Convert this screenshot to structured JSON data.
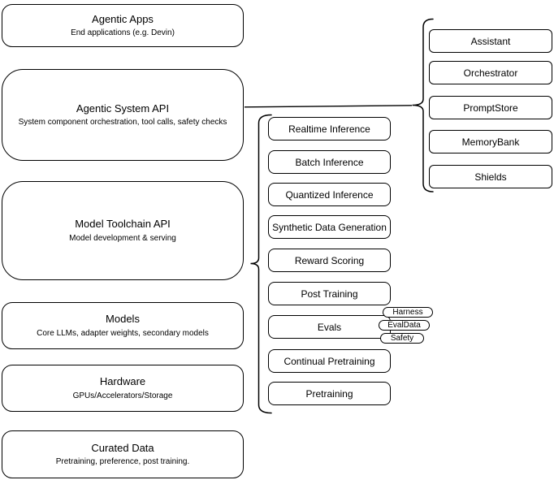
{
  "stack": {
    "layers": [
      {
        "title": "Agentic Apps",
        "subtitle": "End applications (e.g. Devin)"
      },
      {
        "title": "Agentic System API",
        "subtitle": "System component orchestration, tool calls, safety checks"
      },
      {
        "title": "Model Toolchain API",
        "subtitle": "Model development & serving"
      },
      {
        "title": "Models",
        "subtitle": "Core LLMs, adapter weights, secondary models"
      },
      {
        "title": "Hardware",
        "subtitle": "GPUs/Accelerators/Storage"
      },
      {
        "title": "Curated Data",
        "subtitle": "Pretraining, preference, post training."
      }
    ]
  },
  "toolchain": {
    "items": [
      "Realtime Inference",
      "Batch Inference",
      "Quantized Inference",
      "Synthetic Data Generation",
      "Reward Scoring",
      "Post Training",
      "Evals",
      "Continual Pretraining",
      "Pretraining"
    ]
  },
  "eval_tags": {
    "items": [
      "Harness",
      "EvalData",
      "Safety"
    ]
  },
  "system_components": {
    "items": [
      "Assistant",
      "Orchestrator",
      "PromptStore",
      "MemoryBank",
      "Shields"
    ]
  },
  "colors": {
    "stroke": "#000000",
    "background": "#ffffff"
  }
}
